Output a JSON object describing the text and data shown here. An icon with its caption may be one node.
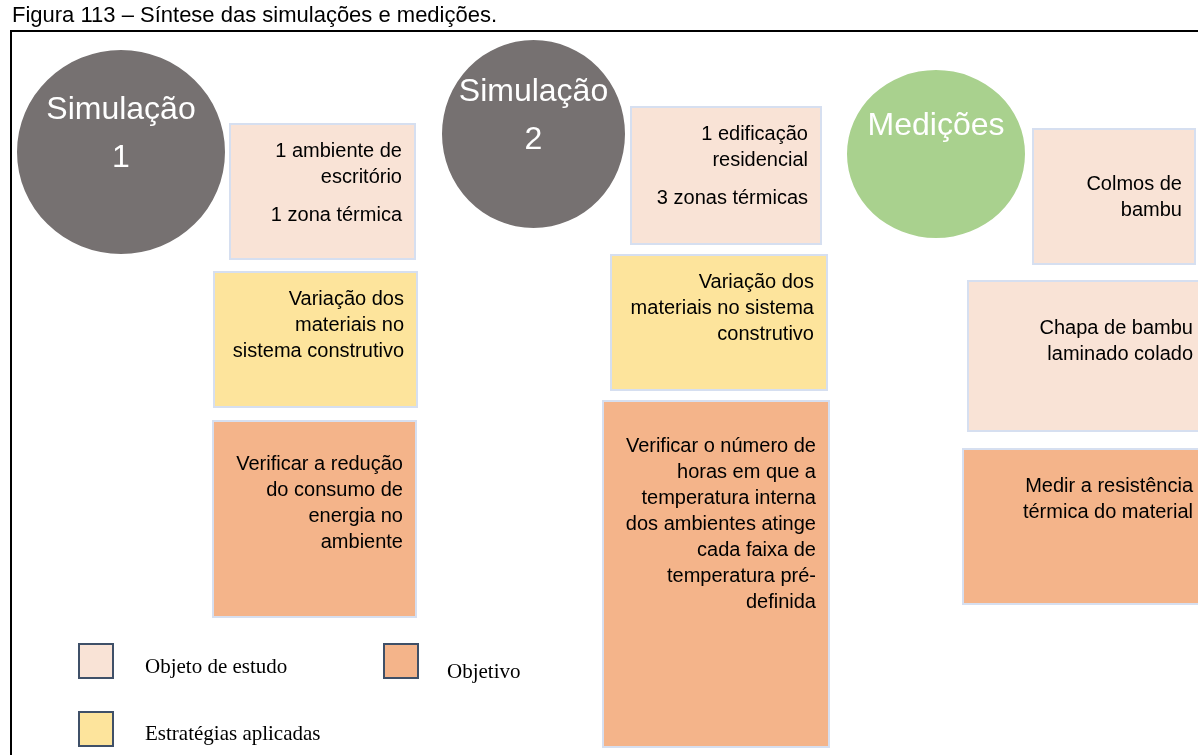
{
  "diagram": {
    "title": "Figura 113 – Síntese das simulações e medições.",
    "nodes": [
      {
        "text": [
          "Simulação 1"
        ]
      },
      {
        "text": [
          "1 ambiente de escritório",
          "1 zona térmica"
        ]
      },
      {
        "text": [
          "Variação dos materiais no sistema construtivo"
        ]
      },
      {
        "text": [
          "Verificar a redução do consumo de energia no ambiente"
        ]
      },
      {
        "text": [
          "Simulação 2"
        ]
      },
      {
        "text": [
          "1 edificação residencial",
          "3 zonas térmicas"
        ]
      },
      {
        "text": [
          "Variação dos materiais no sistema construtivo"
        ]
      },
      {
        "text": [
          "Verificar o número de horas em que a temperatura interna dos ambientes atinge cada faixa de temperatura pré-definida"
        ]
      },
      {
        "text": [
          "Medições"
        ]
      },
      {
        "text": [
          "Colmos de bambu"
        ]
      },
      {
        "text": [
          "Chapa de bambu laminado colado"
        ]
      },
      {
        "text": [
          "Medir a resistência térmica do material"
        ]
      }
    ],
    "edges": [],
    "legend": [
      {
        "text": "Objeto de estudo",
        "color": "#f9e3d6"
      },
      {
        "text": "Objetivo",
        "color": "#f4b48a"
      },
      {
        "text": "Estratégias aplicadas",
        "color": "#fde49c"
      }
    ]
  }
}
